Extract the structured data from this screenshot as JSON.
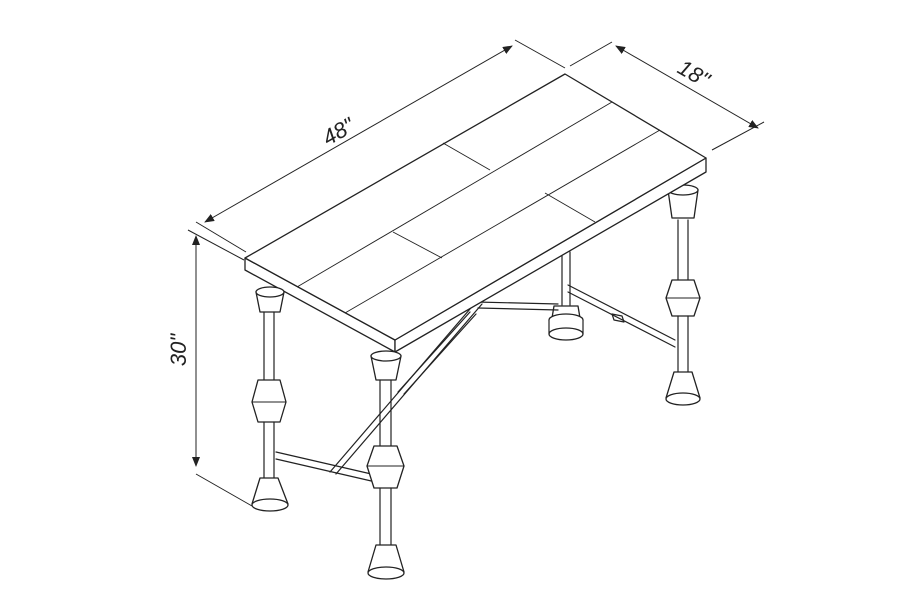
{
  "dimensions": {
    "length": "48\"",
    "depth": "18\"",
    "height": "30\""
  },
  "colors": {
    "line": "#222222",
    "background": "#ffffff"
  }
}
